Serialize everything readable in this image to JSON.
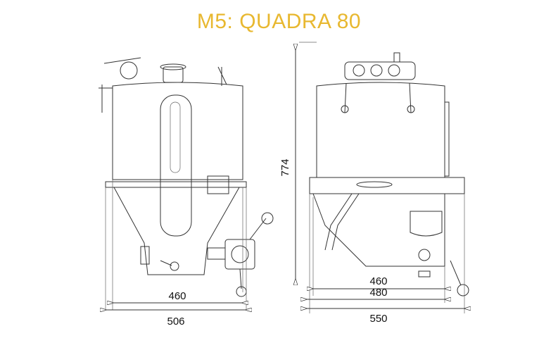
{
  "title": "M5: QUADRA 80",
  "front_view": {
    "dimensions": {
      "inner_width": "460",
      "outer_width": "506"
    }
  },
  "side_view": {
    "dimensions": {
      "height": "774",
      "width_a": "460",
      "width_b": "480",
      "total_width": "550"
    }
  },
  "colors": {
    "title": "#e8b830",
    "line": "#333333"
  }
}
